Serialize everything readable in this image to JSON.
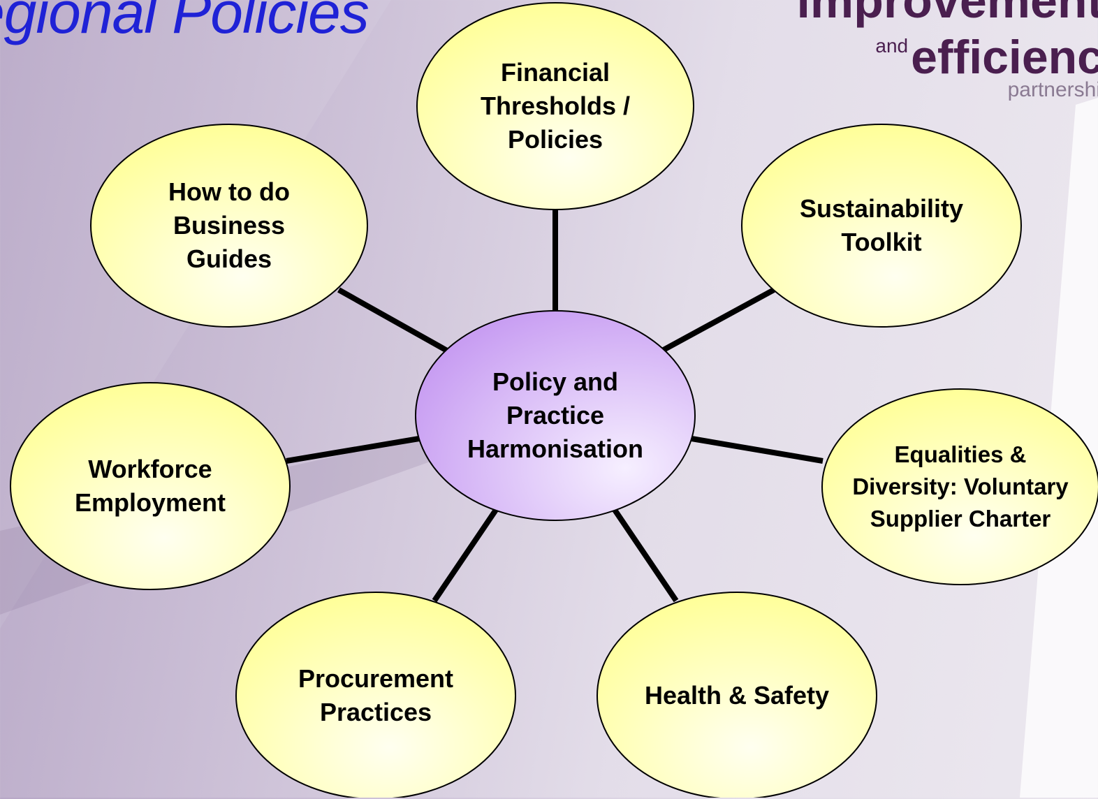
{
  "slide": {
    "title": "egional Policies",
    "logo": {
      "line1": "improvement",
      "line2_small": "and",
      "line2": "efficienc",
      "line3": "partnershi"
    }
  },
  "diagram": {
    "center": {
      "label": "Policy and Practice Harmonisation"
    },
    "nodes": [
      {
        "id": "financial",
        "label": "Financial Thresholds / Policies"
      },
      {
        "id": "sustainability",
        "label": "Sustainability Toolkit"
      },
      {
        "id": "equalities",
        "label": "Equalities & Diversity: Voluntary Supplier Charter"
      },
      {
        "id": "health",
        "label": "Health & Safety"
      },
      {
        "id": "procurement",
        "label": "Procurement Practices"
      },
      {
        "id": "workforce",
        "label": "Workforce Employment"
      },
      {
        "id": "howto",
        "label": "How to do Business Guides"
      }
    ],
    "colors": {
      "node_fill": "#ffff99",
      "node_fill_light": "#fffff0",
      "center_fill": "#c79cf2",
      "center_fill_light": "#f6efff",
      "connector": "#000000"
    }
  }
}
